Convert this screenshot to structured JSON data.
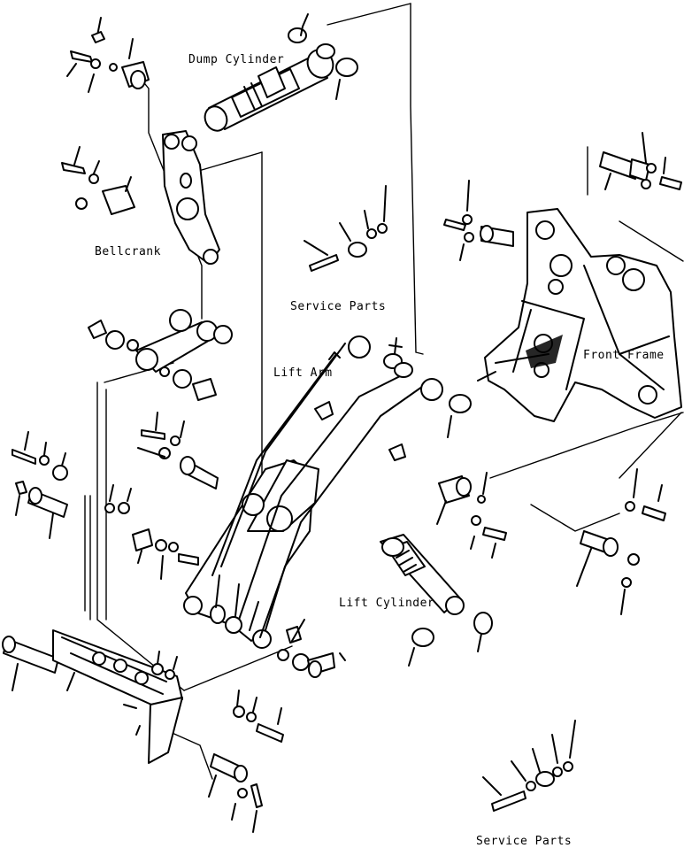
{
  "labels": {
    "dump_cylinder": "Dump Cylinder",
    "bellcrank": "Bellcrank",
    "service_parts_top": "Service Parts",
    "lift_arm": "Lift Arm",
    "front_frame": "Front Frame",
    "lift_cylinder": "Lift Cylinder",
    "service_parts_bottom": "Service Parts"
  },
  "colors": {
    "ink": "#000000",
    "paper": "#ffffff"
  }
}
